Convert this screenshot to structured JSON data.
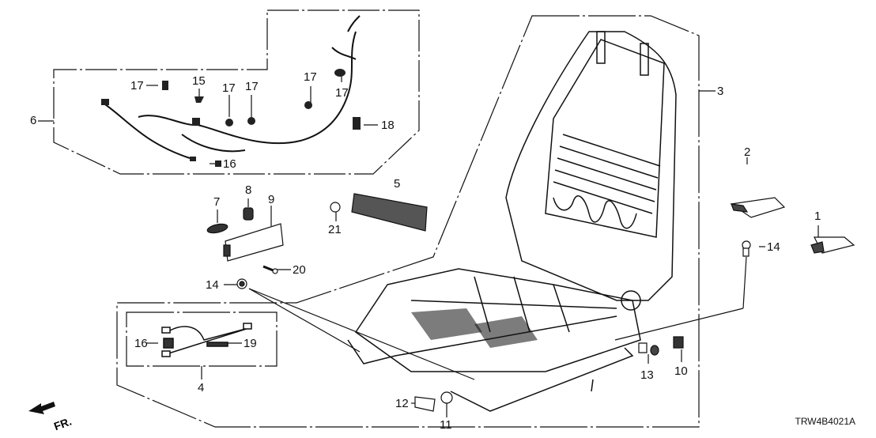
{
  "diagram": {
    "title_code": "TRW4B4021A",
    "direction_label": "FR.",
    "callouts": [
      {
        "id": "c1",
        "label": "1"
      },
      {
        "id": "c2",
        "label": "2"
      },
      {
        "id": "c3",
        "label": "3"
      },
      {
        "id": "c4",
        "label": "4"
      },
      {
        "id": "c5",
        "label": "5"
      },
      {
        "id": "c6",
        "label": "6"
      },
      {
        "id": "c7",
        "label": "7"
      },
      {
        "id": "c8",
        "label": "8"
      },
      {
        "id": "c9",
        "label": "9"
      },
      {
        "id": "c10",
        "label": "10"
      },
      {
        "id": "c11",
        "label": "11"
      },
      {
        "id": "c12",
        "label": "12"
      },
      {
        "id": "c13",
        "label": "13"
      },
      {
        "id": "c14a",
        "label": "14"
      },
      {
        "id": "c14b",
        "label": "14"
      },
      {
        "id": "c15",
        "label": "15"
      },
      {
        "id": "c16a",
        "label": "16"
      },
      {
        "id": "c16b",
        "label": "16"
      },
      {
        "id": "c17a",
        "label": "17"
      },
      {
        "id": "c17b",
        "label": "17"
      },
      {
        "id": "c17c",
        "label": "17"
      },
      {
        "id": "c17d",
        "label": "17"
      },
      {
        "id": "c17e",
        "label": "17"
      },
      {
        "id": "c18",
        "label": "18"
      },
      {
        "id": "c19",
        "label": "19"
      },
      {
        "id": "c20",
        "label": "20"
      },
      {
        "id": "c21",
        "label": "21"
      }
    ]
  }
}
